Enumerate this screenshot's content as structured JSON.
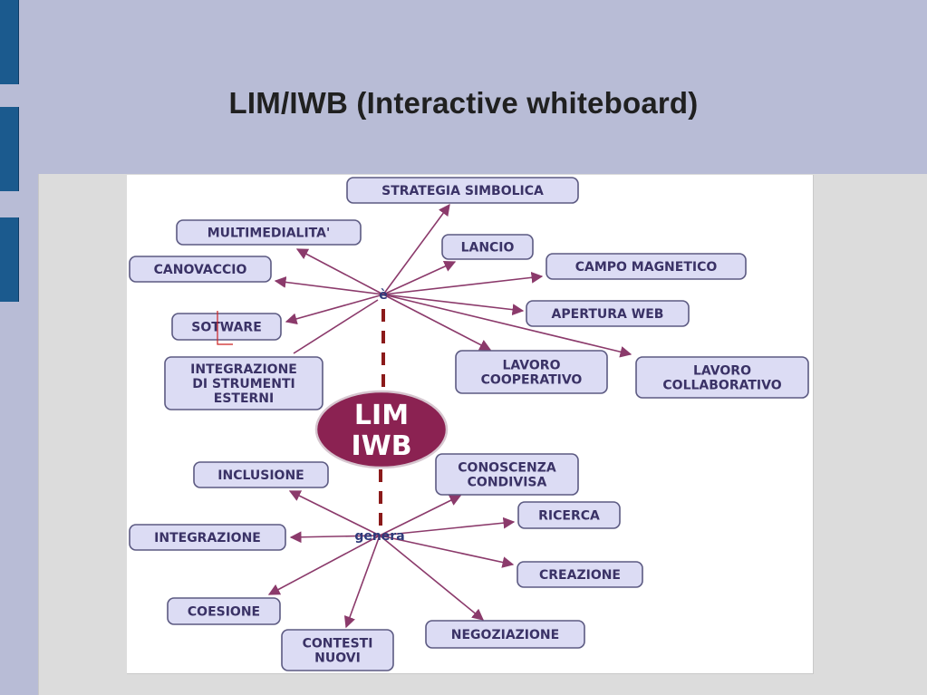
{
  "slide": {
    "title": "LIM/IWB (Interactive whiteboard)"
  },
  "diagram": {
    "center": {
      "line1": "LIM",
      "line2": "IWB"
    },
    "hubs": {
      "top": "è",
      "bottom": "genera"
    },
    "top_nodes": [
      {
        "id": "strategia-simbolica",
        "lines": [
          "STRATEGIA SIMBOLICA"
        ]
      },
      {
        "id": "multimedialita",
        "lines": [
          "MULTIMEDIALITA'"
        ]
      },
      {
        "id": "lancio",
        "lines": [
          "LANCIO"
        ]
      },
      {
        "id": "canovaccio",
        "lines": [
          "CANOVACCIO"
        ]
      },
      {
        "id": "campo-magnetico",
        "lines": [
          "CAMPO MAGNETICO"
        ]
      },
      {
        "id": "software",
        "lines": [
          "SOTWARE"
        ]
      },
      {
        "id": "apertura-web",
        "lines": [
          "APERTURA WEB"
        ]
      },
      {
        "id": "integrazione-strumenti-esterni",
        "lines": [
          "INTEGRAZIONE",
          "DI STRUMENTI",
          "ESTERNI"
        ]
      },
      {
        "id": "lavoro-cooperativo",
        "lines": [
          "LAVORO",
          "COOPERATIVO"
        ]
      },
      {
        "id": "lavoro-collaborativo",
        "lines": [
          "LAVORO",
          "COLLABORATIVO"
        ]
      }
    ],
    "bottom_nodes": [
      {
        "id": "inclusione",
        "lines": [
          "INCLUSIONE"
        ]
      },
      {
        "id": "conoscenza-condivisa",
        "lines": [
          "CONOSCENZA",
          "CONDIVISA"
        ]
      },
      {
        "id": "ricerca",
        "lines": [
          "RICERCA"
        ]
      },
      {
        "id": "integrazione",
        "lines": [
          "INTEGRAZIONE"
        ]
      },
      {
        "id": "creazione",
        "lines": [
          "CREAZIONE"
        ]
      },
      {
        "id": "coesione",
        "lines": [
          "COESIONE"
        ]
      },
      {
        "id": "negoziazione",
        "lines": [
          "NEGOZIAZIONE"
        ]
      },
      {
        "id": "contesti-nuovi",
        "lines": [
          "CONTESTI",
          "NUOVI"
        ]
      }
    ],
    "colors": {
      "node_fill": "#dcdcf4",
      "node_border": "#5c5a82",
      "node_text": "#3a3266",
      "arrow": "#8b3a6b",
      "center_fill": "#8b2252",
      "hub_text": "#2e3a7a",
      "dash": "#8b1a1a"
    }
  }
}
